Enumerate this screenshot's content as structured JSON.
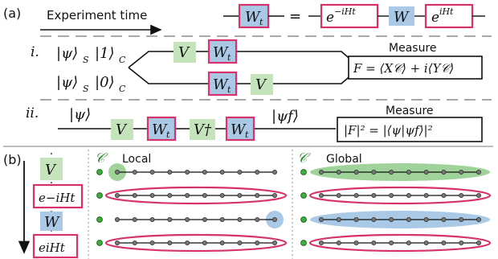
{
  "panel_a": {
    "label": "(a)",
    "experiment_time": "Experiment time",
    "identity": {
      "wt": "W",
      "wt_sub": "t",
      "eq": "=",
      "left_exp": "−iHt",
      "w": "W",
      "right_exp": "iHt",
      "e": "e"
    },
    "row_i": {
      "label": "i.",
      "state_top": "|ψ⟩",
      "state_top_sub": "S",
      "ket_top": "|1⟩",
      "ket_top_sub": "C",
      "state_bot": "|ψ⟩",
      "state_bot_sub": "S",
      "ket_bot": "|0⟩",
      "ket_bot_sub": "C",
      "v": "V",
      "wt": "W",
      "wt_sub": "t",
      "measure": "Measure",
      "formula": "F = ⟨X𝒞⟩ + i⟨Y𝒞⟩"
    },
    "row_ii": {
      "label": "ii.",
      "state_in": "|ψ⟩",
      "v": "V",
      "wt": "W",
      "wt_sub": "t",
      "vdag": "V†",
      "state_out": "|ψf⟩",
      "measure": "Measure",
      "formula": "|F|² = |⟨ψ|ψf⟩|²"
    }
  },
  "panel_b": {
    "label": "(b)",
    "sequence": [
      "V",
      "e−iHt",
      "W",
      "eiHt"
    ],
    "local_title": "Local",
    "global_title": "Global",
    "control_symbol": "𝒞",
    "qubits_per_row": 10,
    "rows": 4
  },
  "colors": {
    "green_fill": "#c5e4bc",
    "green_ring": "#9fd39a",
    "blue_fill": "#a9c9e6",
    "pink_border": "#d6336c",
    "dash_gray": "#a8a8a8",
    "control_green": "#2a8a2a"
  }
}
